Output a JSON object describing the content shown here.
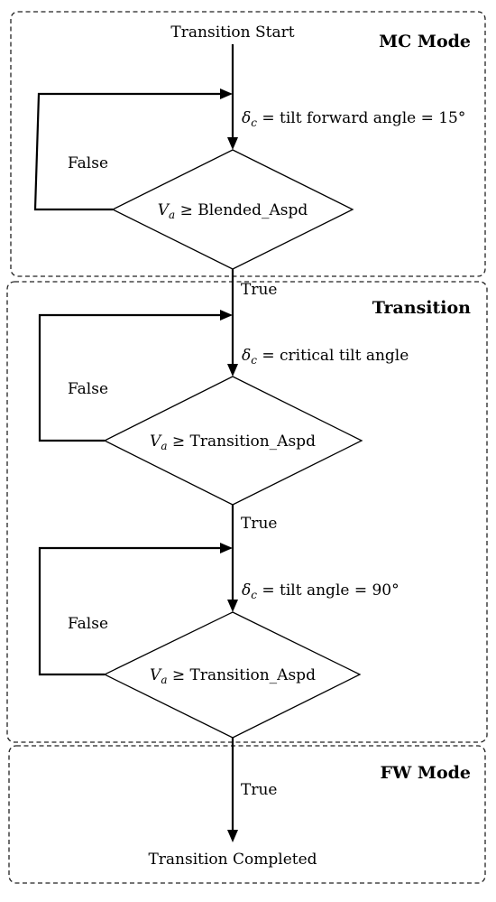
{
  "diagram": {
    "sections": {
      "mc": "MC Mode",
      "transition": "Transition",
      "fw": "FW Mode"
    },
    "start": "Transition Start",
    "end": "Transition Completed",
    "stage1": {
      "delta": "δ",
      "delta_sub": "c",
      "action_text": " = tilt forward angle = 15°",
      "va": "V",
      "va_sub": "a",
      "condition_text": " ≥ Blended_Aspd",
      "false_label": "False",
      "true_label": "True"
    },
    "stage2": {
      "delta": "δ",
      "delta_sub": "c",
      "action_text": " = critical tilt angle",
      "va": "V",
      "va_sub": "a",
      "condition_text": " ≥ Transition_Aspd",
      "false_label": "False",
      "true_label": "True"
    },
    "stage3": {
      "delta": "δ",
      "delta_sub": "c",
      "action_text": " = tilt angle = 90°",
      "va": "V",
      "va_sub": "a",
      "condition_text": " ≥ Transition_Aspd",
      "false_label": "False",
      "true_label": "True"
    }
  }
}
